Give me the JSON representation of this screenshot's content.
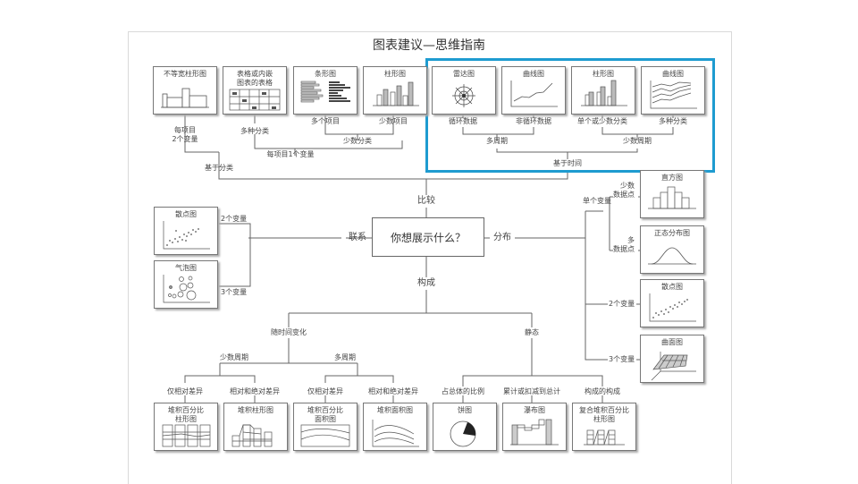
{
  "title": "图表建议—思维指南",
  "center_question": "你想展示什么？",
  "colors": {
    "highlight": "#1e9bd0",
    "line": "#666666",
    "card_border": "#777777"
  },
  "branches": {
    "compare": "比较",
    "relation": "联系",
    "distribution": "分布",
    "composition": "构成"
  },
  "compare": {
    "by_category": "基于分类",
    "by_time": "基于时间",
    "per_item_2var": "每项目\n2个变量",
    "per_item_1var": "每项目1个变量",
    "many_categories": "多种分类",
    "few_categories": "少数分类",
    "many_items": "多个项目",
    "few_items": "少数项目",
    "many_periods": "多周期",
    "few_periods": "少数周期",
    "cyclic": "循环数据",
    "non_cyclic": "非循环数据",
    "single_or_few_cat": "单个或少数分类",
    "many_cat": "多种分类",
    "cards": [
      {
        "id": "variable-width-bar",
        "label": "不等宽柱形图"
      },
      {
        "id": "table-embedded-chart",
        "label": "表格或内嵌\n图表的表格"
      },
      {
        "id": "bar-chart",
        "label": "条形图"
      },
      {
        "id": "column-chart",
        "label": "柱形图"
      },
      {
        "id": "radar-chart",
        "label": "雷达图"
      },
      {
        "id": "line-chart",
        "label": "曲线图"
      },
      {
        "id": "column-chart-time",
        "label": "柱形图"
      },
      {
        "id": "multi-line-chart",
        "label": "曲线图"
      }
    ]
  },
  "relation": {
    "two_vars": "2个变量",
    "three_vars": "3个变量",
    "cards": [
      {
        "id": "scatter-chart",
        "label": "散点图"
      },
      {
        "id": "bubble-chart",
        "label": "气泡图"
      }
    ]
  },
  "distribution": {
    "single_var": "单个变量",
    "few_points": "少数\n数据点",
    "many_points": "多\n数据点",
    "two_vars": "2个变量",
    "three_vars": "3个变量",
    "cards": [
      {
        "id": "histogram",
        "label": "直方图"
      },
      {
        "id": "normal-distribution",
        "label": "正态分布图"
      },
      {
        "id": "scatter-chart-dist",
        "label": "散点图"
      },
      {
        "id": "surface-chart",
        "label": "曲面图"
      }
    ]
  },
  "composition": {
    "over_time": "随时间变化",
    "static": "静态",
    "few_periods": "少数周期",
    "many_periods": "多周期",
    "relative_only_a": "仅相对差异",
    "rel_abs_a": "相对和绝对差异",
    "relative_only_b": "仅相对差异",
    "rel_abs_b": "相对和绝对差异",
    "share_of_total": "占总体的比例",
    "accum": "累计或扣减到总计",
    "component_of_component": "构成的构成",
    "cards": [
      {
        "id": "stacked-100-column",
        "label": "堆积百分比\n柱形图"
      },
      {
        "id": "stacked-column",
        "label": "堆积柱形图"
      },
      {
        "id": "stacked-100-area",
        "label": "堆积百分比\n面积图"
      },
      {
        "id": "stacked-area",
        "label": "堆积面积图"
      },
      {
        "id": "pie-chart",
        "label": "饼图"
      },
      {
        "id": "waterfall-chart",
        "label": "瀑布图"
      },
      {
        "id": "compound-stacked-100-column",
        "label": "复合堆积百分比\n柱形图"
      }
    ]
  }
}
